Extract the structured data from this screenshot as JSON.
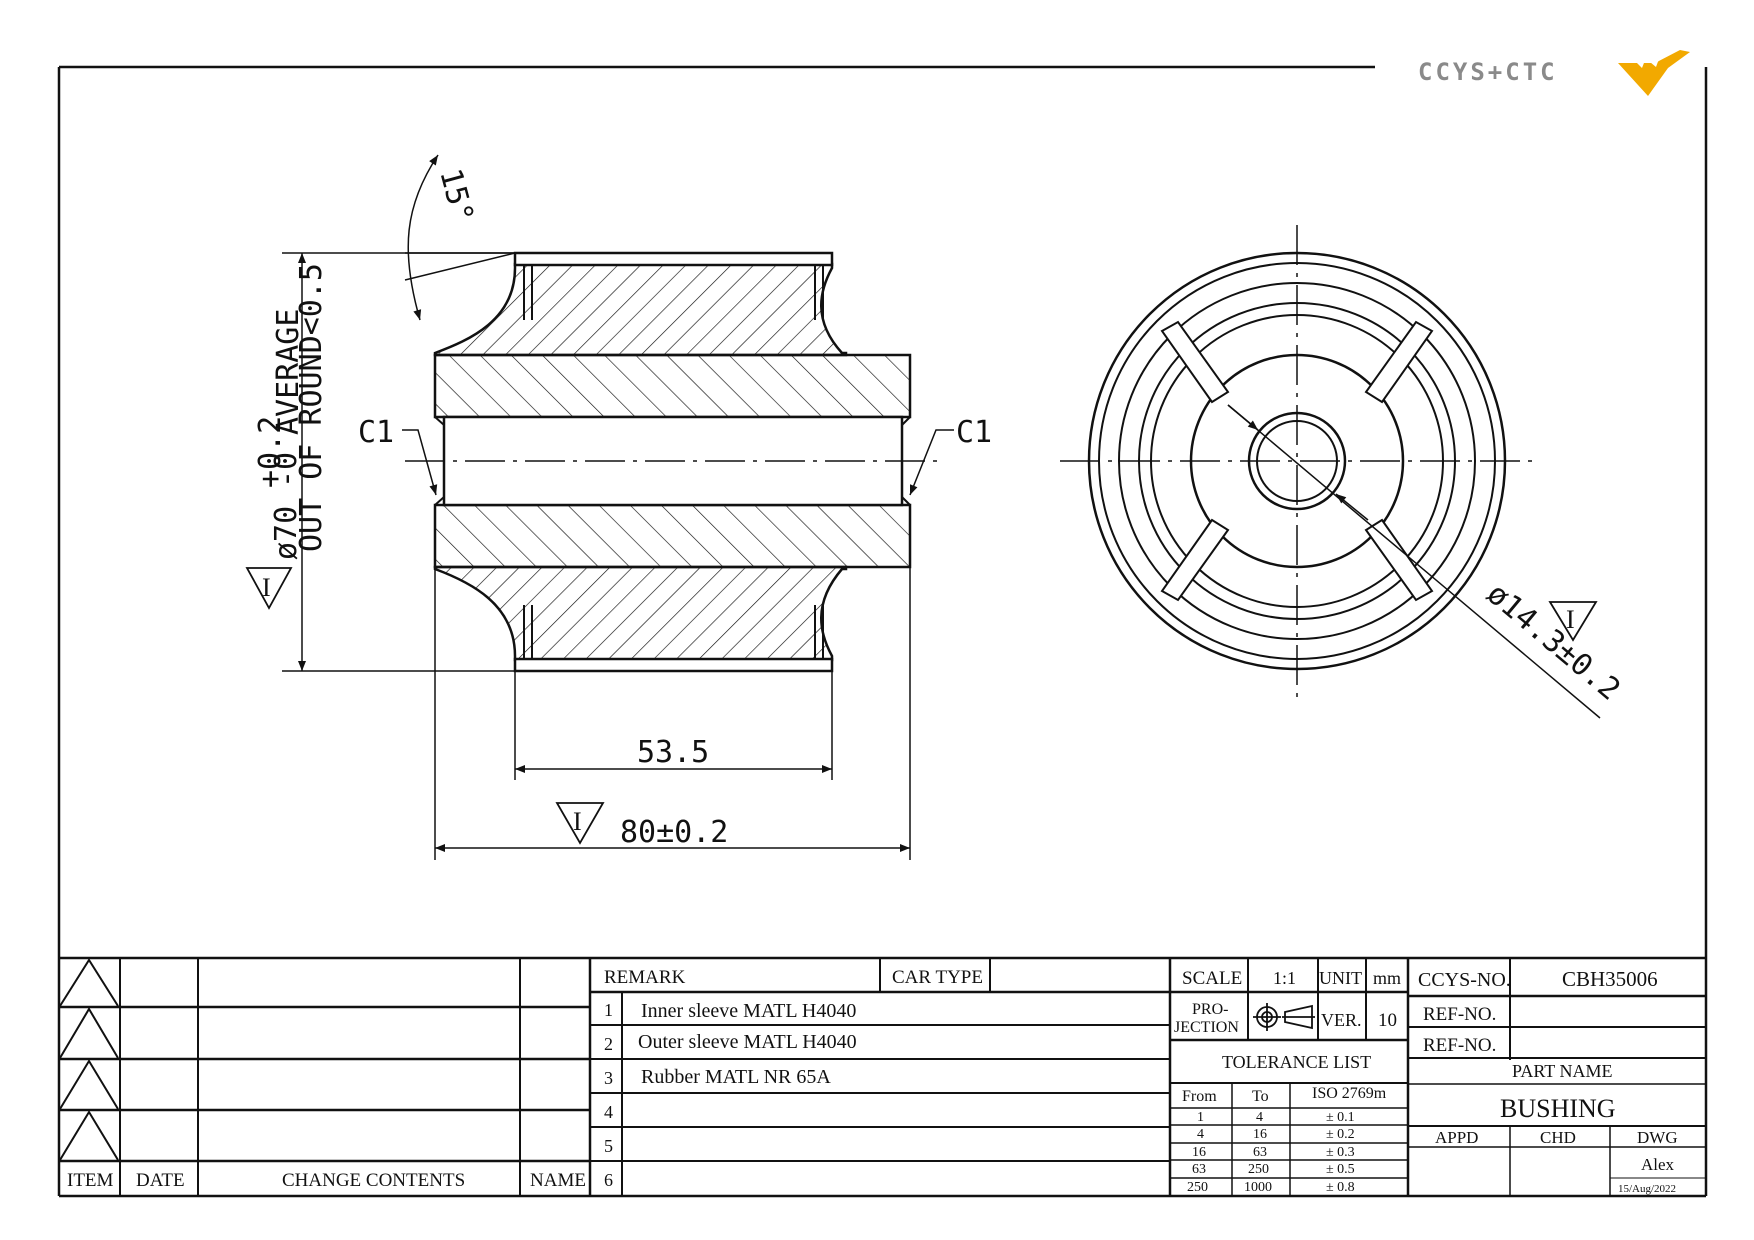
{
  "logo": {
    "text": "CCYS+CTC",
    "accent": "#f2a900"
  },
  "dimensions": {
    "angle": "15°",
    "chamfer_left": "C1",
    "chamfer_right": "C1",
    "diameter_outer": "ø70",
    "diameter_outer_tol_upper": "+0.2",
    "diameter_outer_tol_lower": "-0",
    "average": "AVERAGE",
    "out_of_round": "OUT OF ROUND<0.5",
    "inner_length": "53.5",
    "total_length": "80±0.2",
    "inner_diameter": "ø14.3±0.2",
    "inspection_mark": "I"
  },
  "revisions": {
    "headers": {
      "item": "ITEM",
      "date": "DATE",
      "change": "CHANGE CONTENTS",
      "name": "NAME"
    },
    "rows": [
      {
        "item": "",
        "date": "",
        "change": "",
        "name": ""
      },
      {
        "item": "",
        "date": "",
        "change": "",
        "name": ""
      },
      {
        "item": "",
        "date": "",
        "change": "",
        "name": ""
      },
      {
        "item": "",
        "date": "",
        "change": "",
        "name": ""
      }
    ]
  },
  "remarks": {
    "header": "REMARK",
    "car_type_label": "CAR TYPE",
    "car_type_value": "",
    "rows": [
      {
        "no": "1",
        "text": "Inner sleeve MATL H4040"
      },
      {
        "no": "2",
        "text": "Outer sleeve MATL H4040"
      },
      {
        "no": "3",
        "text": "Rubber MATL NR 65A"
      },
      {
        "no": "4",
        "text": ""
      },
      {
        "no": "5",
        "text": ""
      },
      {
        "no": "6",
        "text": ""
      }
    ]
  },
  "title_block": {
    "scale_label": "SCALE",
    "scale": "1:1",
    "unit_label": "UNIT",
    "unit": "mm",
    "projection_label_1": "PRO-",
    "projection_label_2": "JECTION",
    "ver_label": "VER.",
    "ver": "10",
    "ccys_no_label": "CCYS-NO.",
    "ccys_no": "CBH35006",
    "ref_no_label_1": "REF-NO.",
    "ref_no_1": "",
    "ref_no_label_2": "REF-NO.",
    "ref_no_2": "",
    "part_name_label": "PART NAME",
    "part_name": "BUSHING",
    "appd_label": "APPD",
    "chd_label": "CHD",
    "dwg_label": "DWG",
    "appd": "",
    "chd": "",
    "dwg": "Alex",
    "date": "15/Aug/2022"
  },
  "tolerance": {
    "title": "TOLERANCE LIST",
    "headers": {
      "from": "From",
      "to": "To",
      "std": "ISO 2769m"
    },
    "rows": [
      {
        "from": "1",
        "to": "4",
        "tol": "± 0.1"
      },
      {
        "from": "4",
        "to": "16",
        "tol": "± 0.2"
      },
      {
        "from": "16",
        "to": "63",
        "tol": "± 0.3"
      },
      {
        "from": "63",
        "to": "250",
        "tol": "± 0.5"
      },
      {
        "from": "250",
        "to": "1000",
        "tol": "± 0.8"
      }
    ]
  }
}
